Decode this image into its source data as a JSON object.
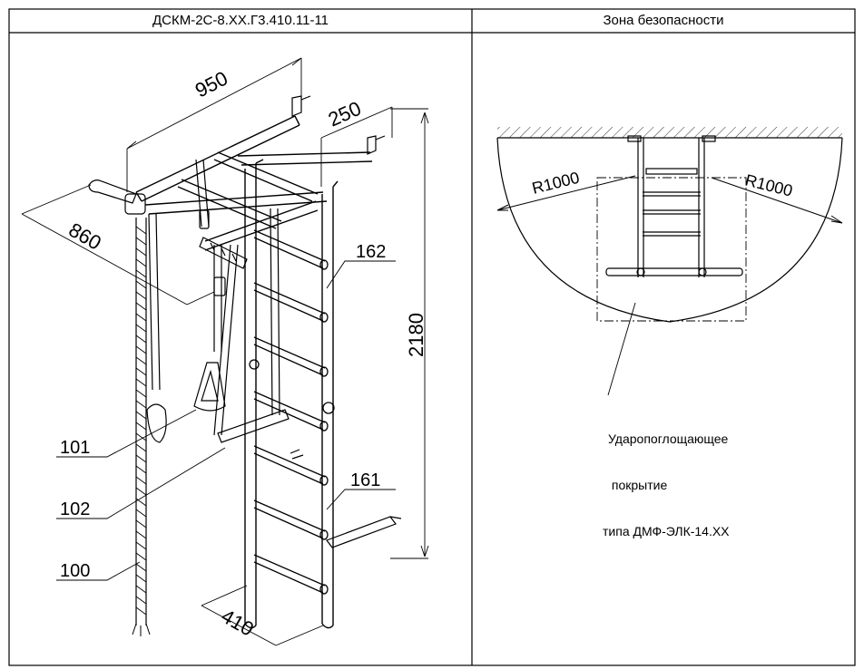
{
  "header": {
    "left_title": "ДСКМ-2С-8.ХХ.Г3.410.11-11",
    "right_title": "Зона безопасности"
  },
  "dimensions": {
    "width_top": "950",
    "depth_side": "860",
    "step_width": "250",
    "height": "2180",
    "base_width": "410"
  },
  "callouts": {
    "rope": "100",
    "rings": "101",
    "trapeze": "102",
    "wall_bar_low": "161",
    "wall_bar_high": "162"
  },
  "safety_zone": {
    "radius_left": "R1000",
    "radius_right": "R1000",
    "note_line1": "Ударопоглощающее",
    "note_line2": " покрытие",
    "note_line3": "типа ДМФ-ЭЛК-14.ХХ"
  }
}
